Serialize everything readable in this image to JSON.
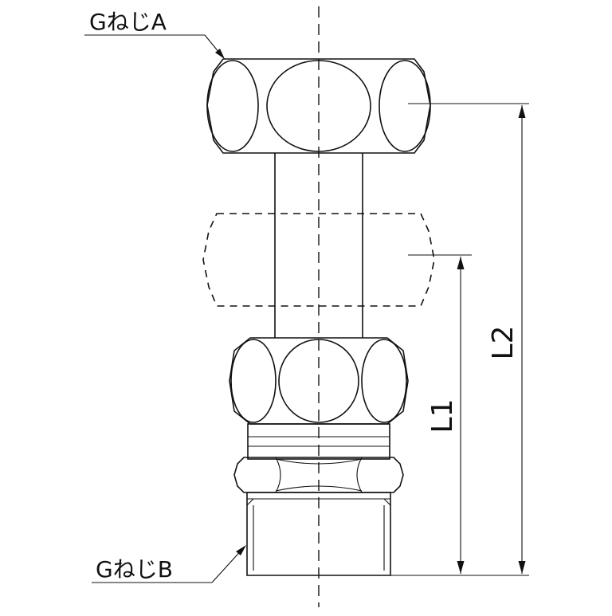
{
  "labels": {
    "thread_a": "GねじA",
    "thread_b": "GねじB",
    "dim_l1": "L1",
    "dim_l2": "L2"
  },
  "colors": {
    "line": "#111111",
    "background": "#ffffff"
  }
}
